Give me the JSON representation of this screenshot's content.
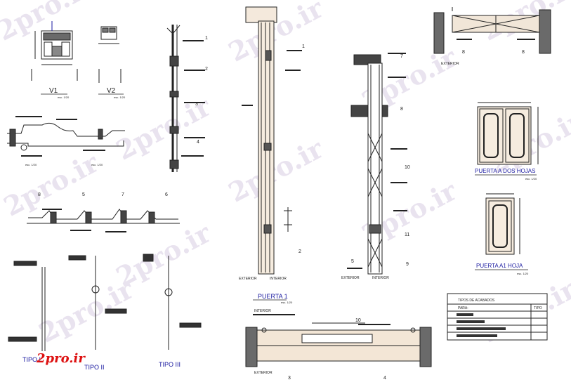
{
  "watermark": "2pro.ir",
  "logo": "2pro.ir",
  "views": {
    "v1": "V1",
    "v2": "V2",
    "scale": "esc. 1/20"
  },
  "sections": {
    "n1": "1",
    "n2": "2",
    "n3": "3",
    "n4": "4",
    "n5": "5",
    "n6": "6",
    "n7": "7",
    "n8": "8",
    "n9": "9",
    "n10": "10",
    "n11": "11"
  },
  "door1": {
    "title": "PUERTA 1",
    "scale": "esc. 1/20",
    "exterior": "EXTERIOR",
    "interior": "INTERIOR"
  },
  "door_center": {
    "exterior": "EXTERIOR",
    "interior": "INTERIOR"
  },
  "door_top": {
    "exterior": "EXTERIOR"
  },
  "door_two_leaves": {
    "title": "PUERTA A DOS HOJAS",
    "scale": "esc. 1/20"
  },
  "door_one_leaf": {
    "title": "PUERTA A1 HOJA",
    "scale": "esc. 1/20"
  },
  "types": {
    "tipo1": "TIPO I",
    "tipo2": "TIPO II",
    "tipo3": "TIPO III"
  },
  "plan_bottom": {
    "label_top": "INTERIOR",
    "label_bottom": "EXTERIOR"
  },
  "finishes_table": {
    "title": "TIPOS DE ACABADOS",
    "col1": "PARA:",
    "col2": "TIPO"
  }
}
